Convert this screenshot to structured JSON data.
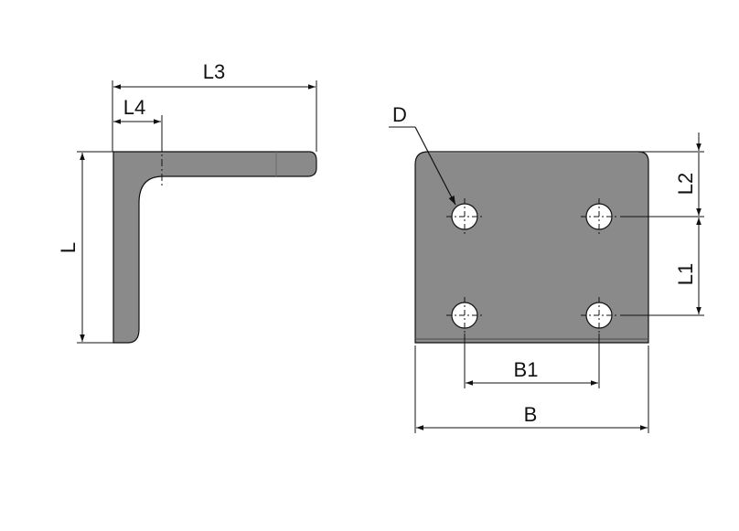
{
  "labels": {
    "L3": "L3",
    "L4": "L4",
    "L": "L",
    "D": "D",
    "L2": "L2",
    "L1": "L1",
    "B1": "B1",
    "B": "B"
  },
  "colors": {
    "part_fill": "#8a8a8a",
    "part_fill_light": "#9a9a9a",
    "outline": "#111111",
    "hole_fill": "#ffffff",
    "background": "#ffffff"
  }
}
